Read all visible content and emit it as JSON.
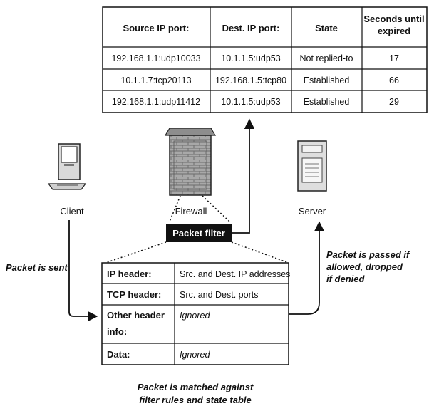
{
  "state_table": {
    "headers": [
      "Source IP port:",
      "Dest. IP port:",
      "State",
      "Seconds until",
      "expired"
    ],
    "rows": [
      [
        "192.168.1.1:udp10033",
        "10.1.1.5:udp53",
        "Not replied-to",
        "17"
      ],
      [
        "10.1.1.7:tcp20113",
        "192.168.1.5:tcp80",
        "Established",
        "66"
      ],
      [
        "192.168.1.1:udp11412",
        "10.1.1.5:udp53",
        "Established",
        "29"
      ]
    ]
  },
  "nodes": {
    "client": "Client",
    "firewall": "Firewall",
    "server": "Server",
    "packet_filter": "Packet filter"
  },
  "notes": {
    "packet_sent": "Packet is sent",
    "passed_line1": "Packet is passed if",
    "passed_line2": "allowed, dropped",
    "passed_line3": "if denied",
    "matched_line1": "Packet is matched against",
    "matched_line2": "filter rules and state table"
  },
  "packet_table": {
    "rows": [
      {
        "label": "IP header:",
        "value": "Src. and Dest. IP addresses"
      },
      {
        "label": "TCP header:",
        "value": "Src. and Dest. ports"
      },
      {
        "label": "Other header",
        "label2": "info:",
        "value": "Ignored"
      },
      {
        "label": "Data:",
        "value": "Ignored"
      }
    ]
  }
}
